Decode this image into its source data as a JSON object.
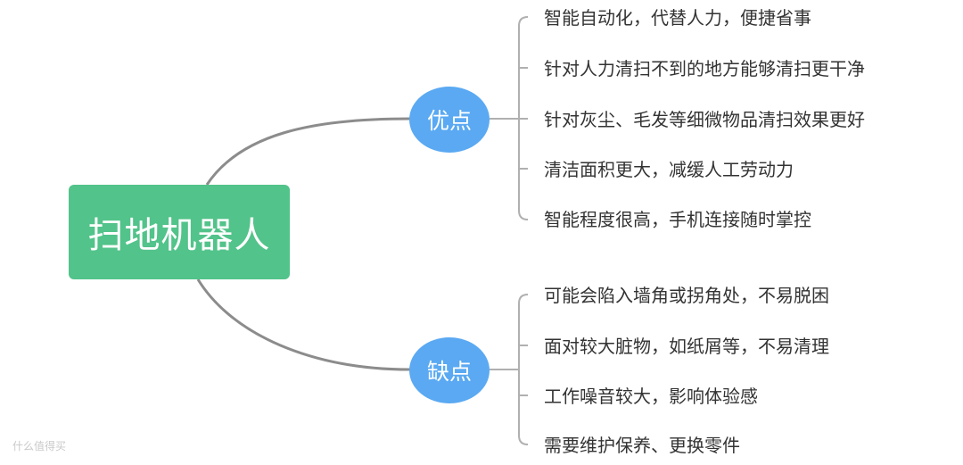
{
  "root": {
    "label": "扫地机器人"
  },
  "branches": [
    {
      "label": "优点",
      "color": "#5aa9f2",
      "items": [
        "智能自动化，代替人力，便捷省事",
        "针对人力清扫不到的地方能够清扫更干净",
        "针对灰尘、毛发等细微物品清扫效果更好",
        "清洁面积更大，减缓人工劳动力",
        "智能程度很高，手机连接随时掌控"
      ]
    },
    {
      "label": "缺点",
      "color": "#5aa9f2",
      "items": [
        "可能会陷入墙角或拐角处，不易脱困",
        "面对较大脏物，如纸屑等，不易清理",
        "工作噪音较大，影响体验感",
        "需要维护保养、更换零件"
      ]
    }
  ],
  "colors": {
    "root": "#52c38a",
    "connector": "#8c8c8c",
    "leaf_bracket": "#b0b0b0"
  },
  "watermark": "什么值得买"
}
